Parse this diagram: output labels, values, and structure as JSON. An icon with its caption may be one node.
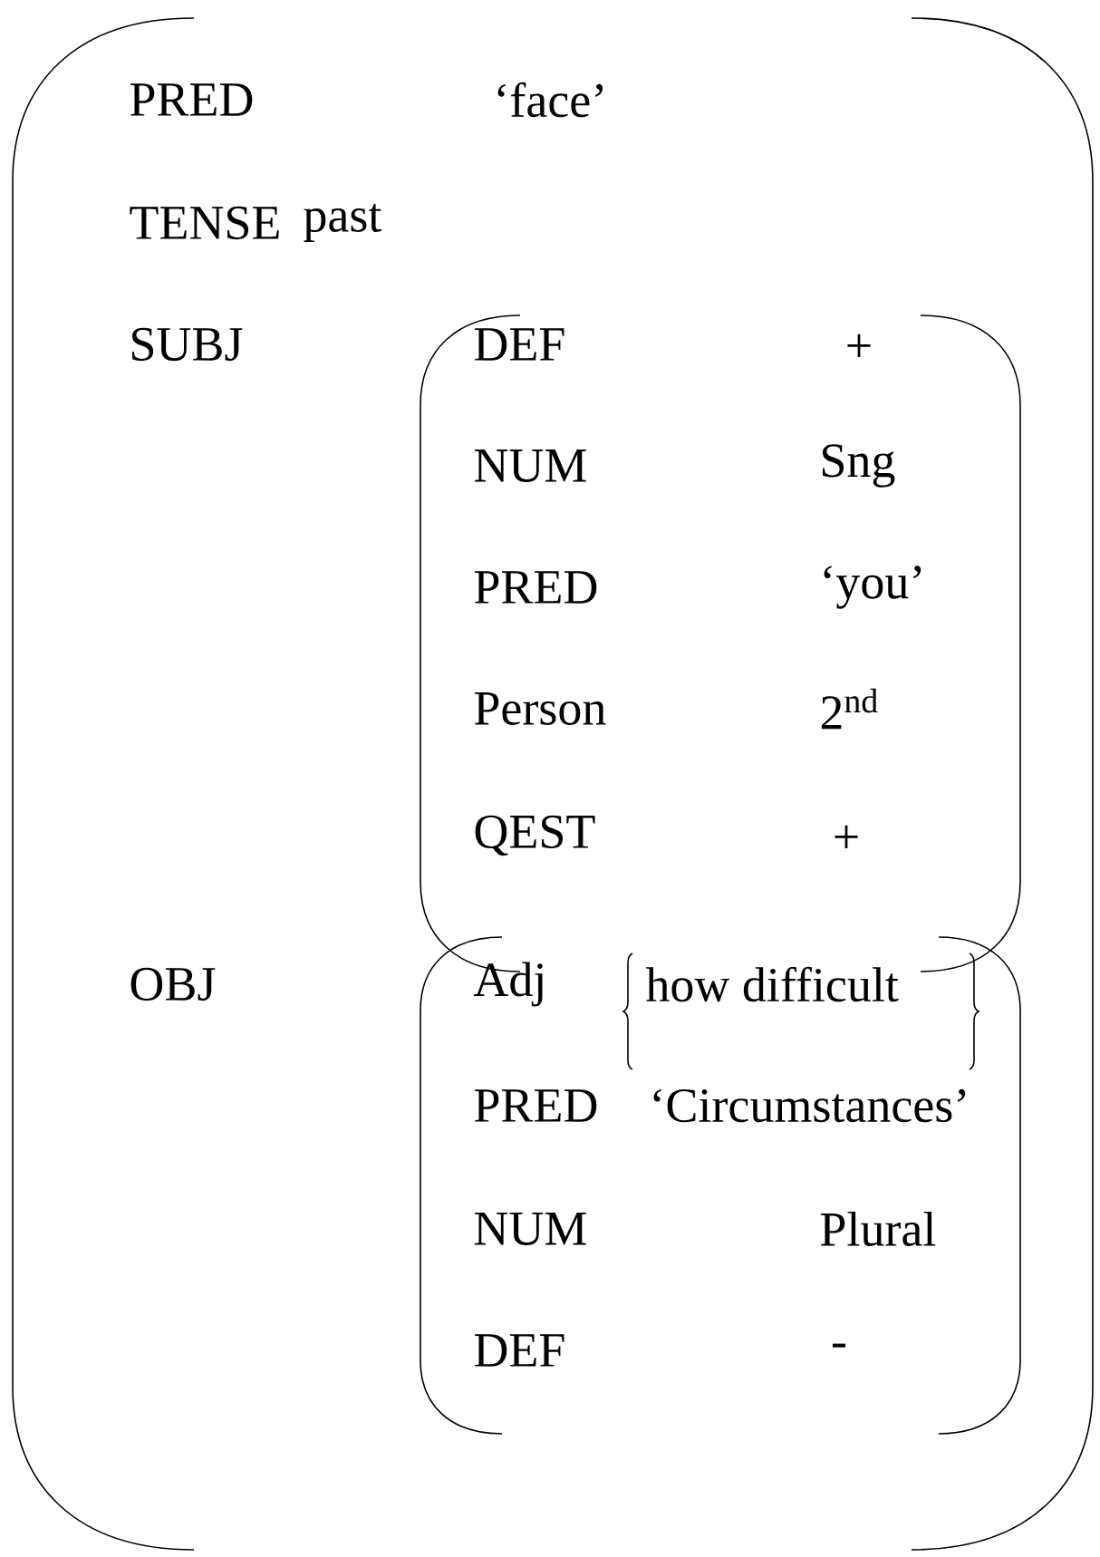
{
  "diagram": {
    "nodes": [
      {
        "text": [
          "PRED",
          "‘face’",
          "TENSE",
          "past",
          "SUBJ",
          "OBJ"
        ]
      },
      {
        "text": [
          "DEF",
          "+",
          "NUM",
          "Sng",
          "PRED",
          "‘you’",
          "Person",
          "2$^{nd}$",
          "QEST",
          "+"
        ],
        "in": 0
      },
      {
        "text": [
          "Adj",
          "PRED",
          "‘Circumstances’",
          "NUM",
          "Plural",
          "DEF",
          "-"
        ],
        "in": 0
      },
      {
        "text": [
          "how difficult"
        ],
        "in": 2
      }
    ]
  }
}
